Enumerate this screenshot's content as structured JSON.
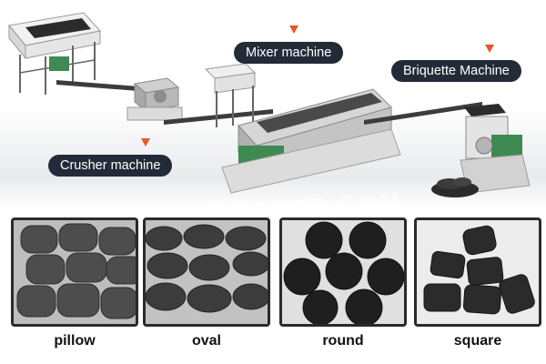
{
  "labels": {
    "mixer": "Mixer machine",
    "briquette": "Briquette Machine",
    "crusher": "Crusher machine"
  },
  "watermark": "BIOCHARMAKER.COM",
  "shapes": [
    {
      "name": "pillow"
    },
    {
      "name": "oval"
    },
    {
      "name": "round"
    },
    {
      "name": "square"
    }
  ],
  "colors": {
    "label_bg": "#232b39",
    "marker": "#e8562a",
    "machine_green": "#3f8a52",
    "briquette_dark": "#2b2b2b"
  }
}
